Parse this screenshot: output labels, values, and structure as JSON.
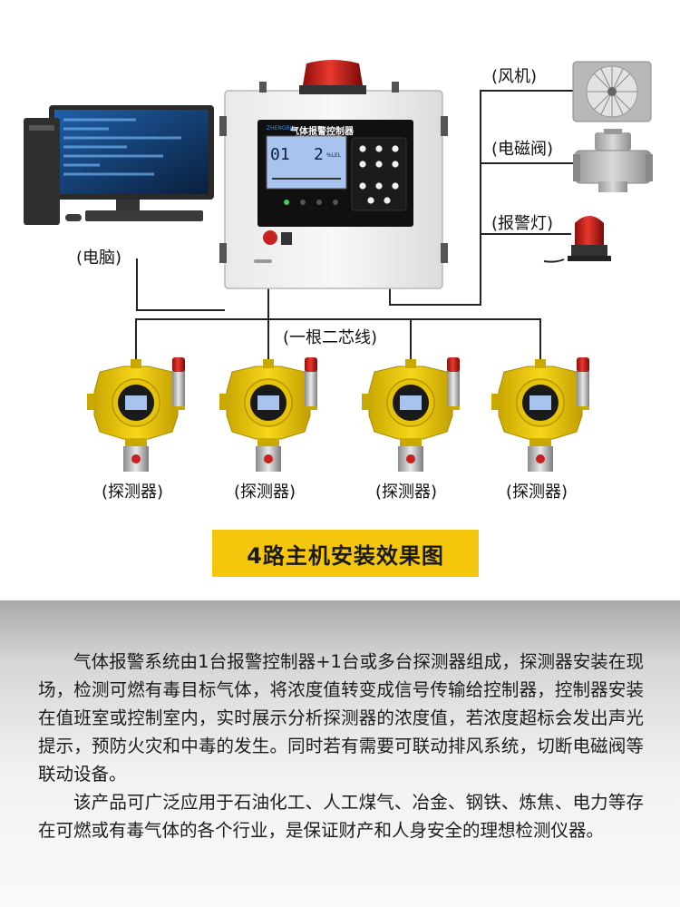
{
  "labels": {
    "computer": "(电脑)",
    "fan": "(风机)",
    "valve": "(电磁阀)",
    "alarm_light": "(报警灯)",
    "cable": "(一根二芯线)",
    "detector": "(探测器)"
  },
  "controller": {
    "title": "气体报警控制器",
    "subtitle": "Gas alarm controller",
    "brand": "ZHENGRUI",
    "display_channel": "01",
    "display_value": "2",
    "display_unit": "%LEL"
  },
  "banner": "4路主机安装效果图",
  "description": [
    "气体报警系统由1台报警控制器+1台或多台探测器组成，探测器安装在现场，检测可燃有毒目标气体，将浓度值转变成信号传输给控制器，控制器安装在值班室或控制室内，实时展示分析探测器的浓度值，若浓度超标会发出声光提示，预防火灾和中毒的发生。同时若有需要可联动排风系统，切断电磁阀等联动设备。",
    "该产品可广泛应用于石油化工、人工煤气、冶金、钢铁、炼焦、电力等存在可燃或有毒气体的各个行业，是保证财产和人身安全的理想检测仪器。"
  ],
  "colors": {
    "detector_yellow": "#f2cf10",
    "banner_yellow": "#f4c70c",
    "lcd_blue": "#a9c3ef",
    "alarm_red": "#d8231c",
    "line": "#222222"
  }
}
